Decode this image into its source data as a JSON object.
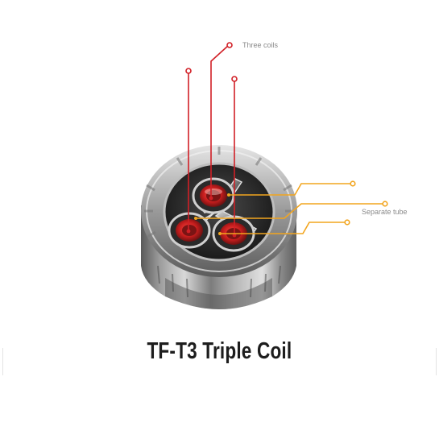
{
  "callouts": {
    "three_coils": "Three coils",
    "separate_tube": "Separate tube"
  },
  "caption": "TF-T3 Triple Coil",
  "colors": {
    "coil_line": "#d11f26",
    "tube_line": "#f2a51f",
    "metal_dark": "#3b3b3b",
    "metal_light": "#c7c7c7"
  }
}
